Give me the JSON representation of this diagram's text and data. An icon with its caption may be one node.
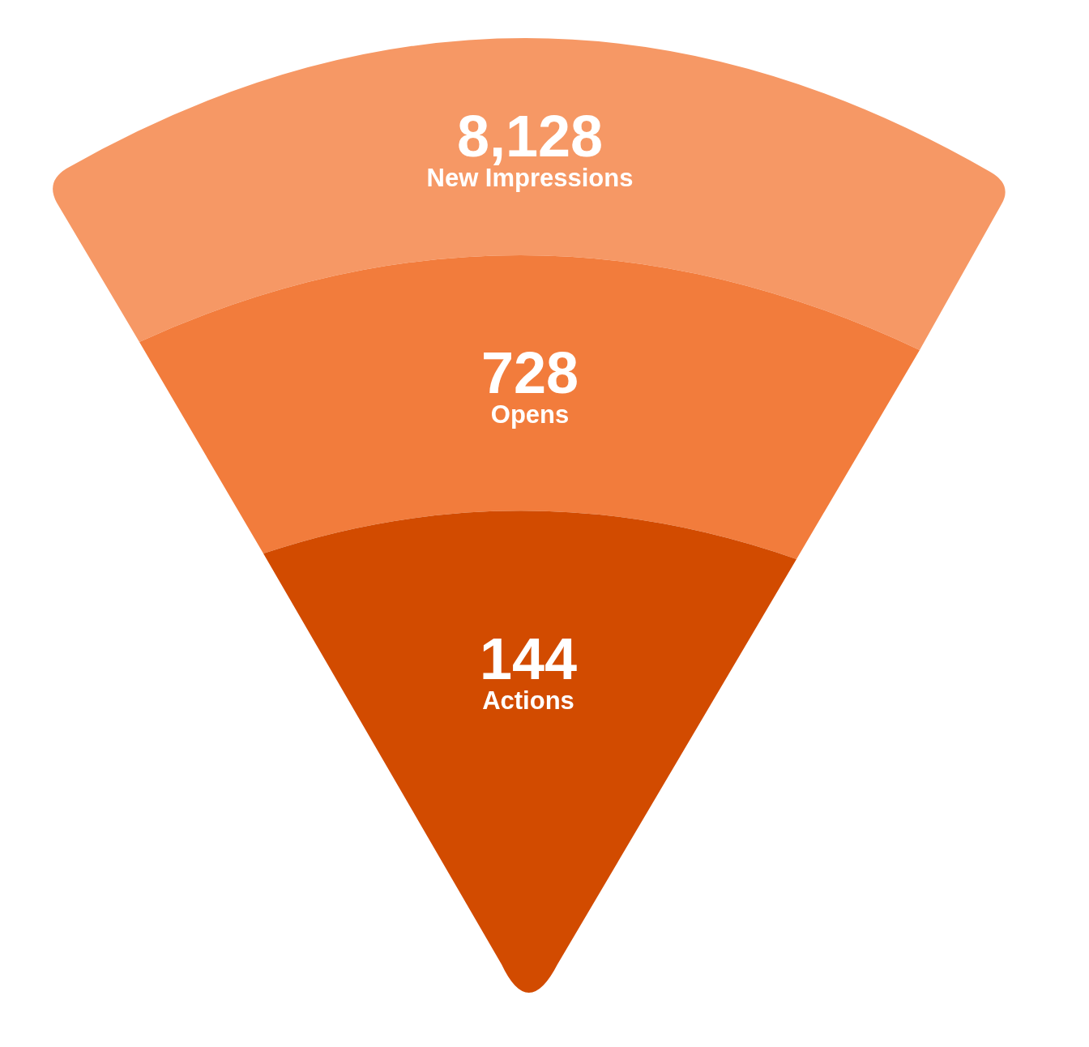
{
  "diagram": {
    "nodes": [
      {
        "text": [
          "8,128",
          "New Impressions"
        ]
      },
      {
        "text": [
          "728",
          "Opens"
        ]
      },
      {
        "text": [
          "144",
          "Actions"
        ]
      }
    ]
  }
}
